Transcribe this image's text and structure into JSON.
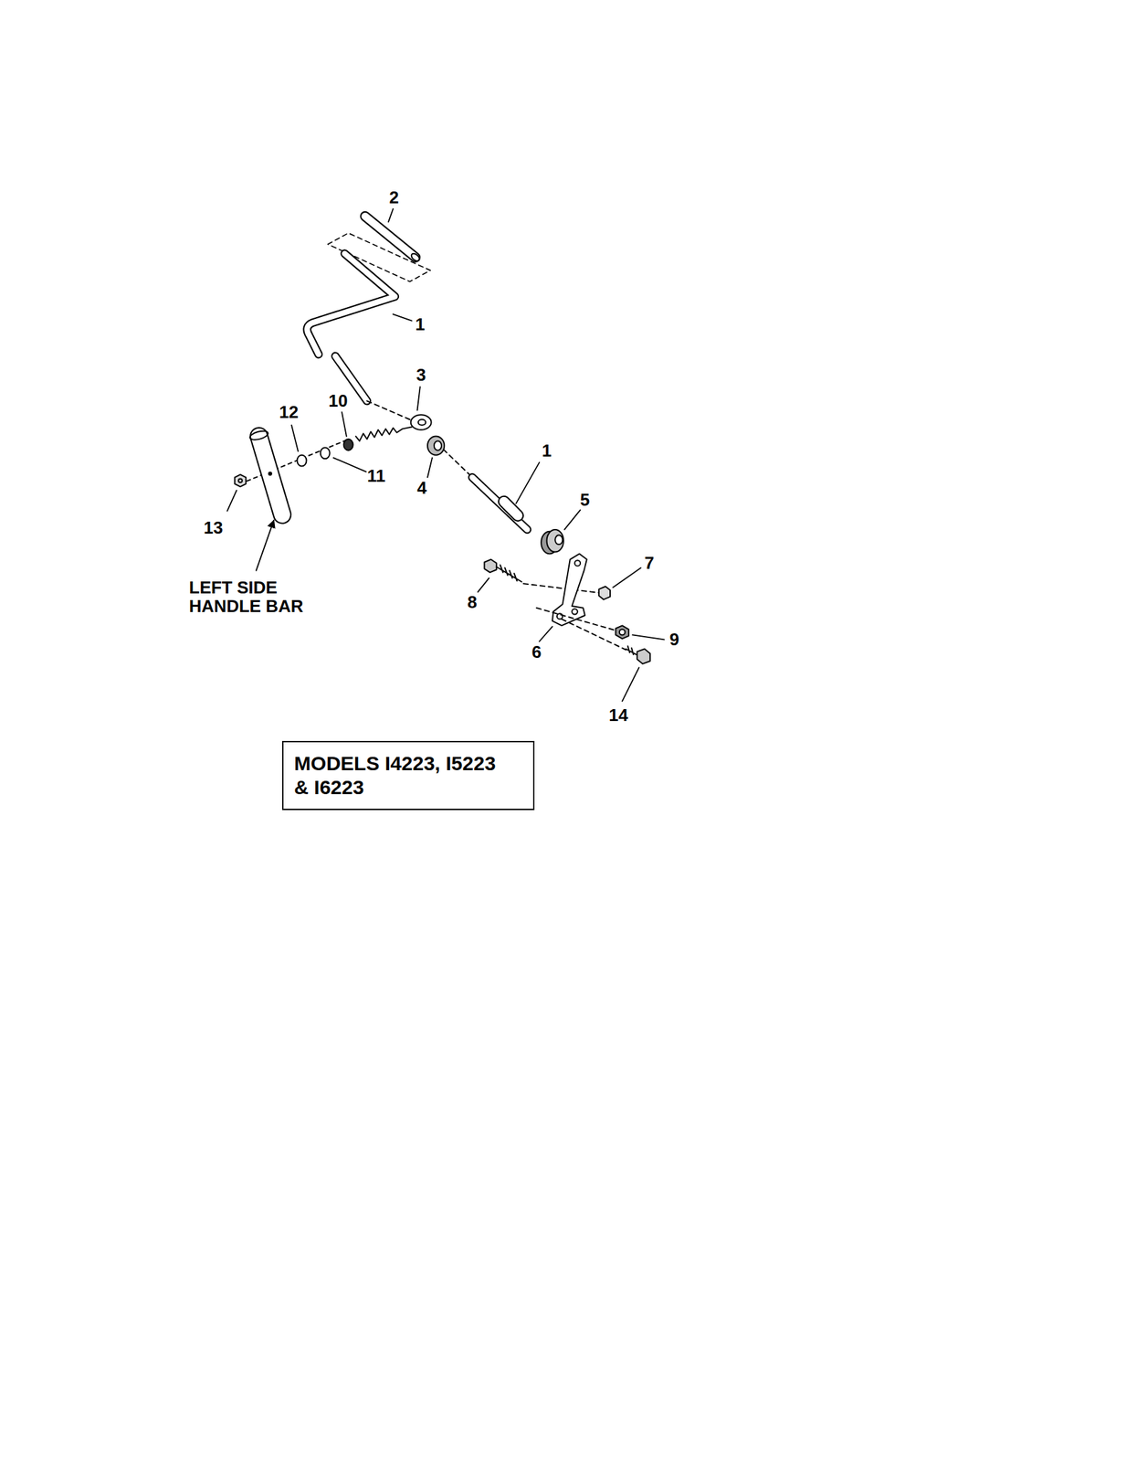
{
  "diagram": {
    "nodes": [
      {
        "text": [
          "MODELS I4223, I5223 & I6223"
        ]
      }
    ],
    "labels": [
      "2",
      "1",
      "3",
      "12",
      "10",
      "11",
      "4",
      "1",
      "5",
      "13",
      "7",
      "8",
      "9",
      "6",
      "14",
      "LEFT SIDE HANDLE BAR"
    ]
  }
}
